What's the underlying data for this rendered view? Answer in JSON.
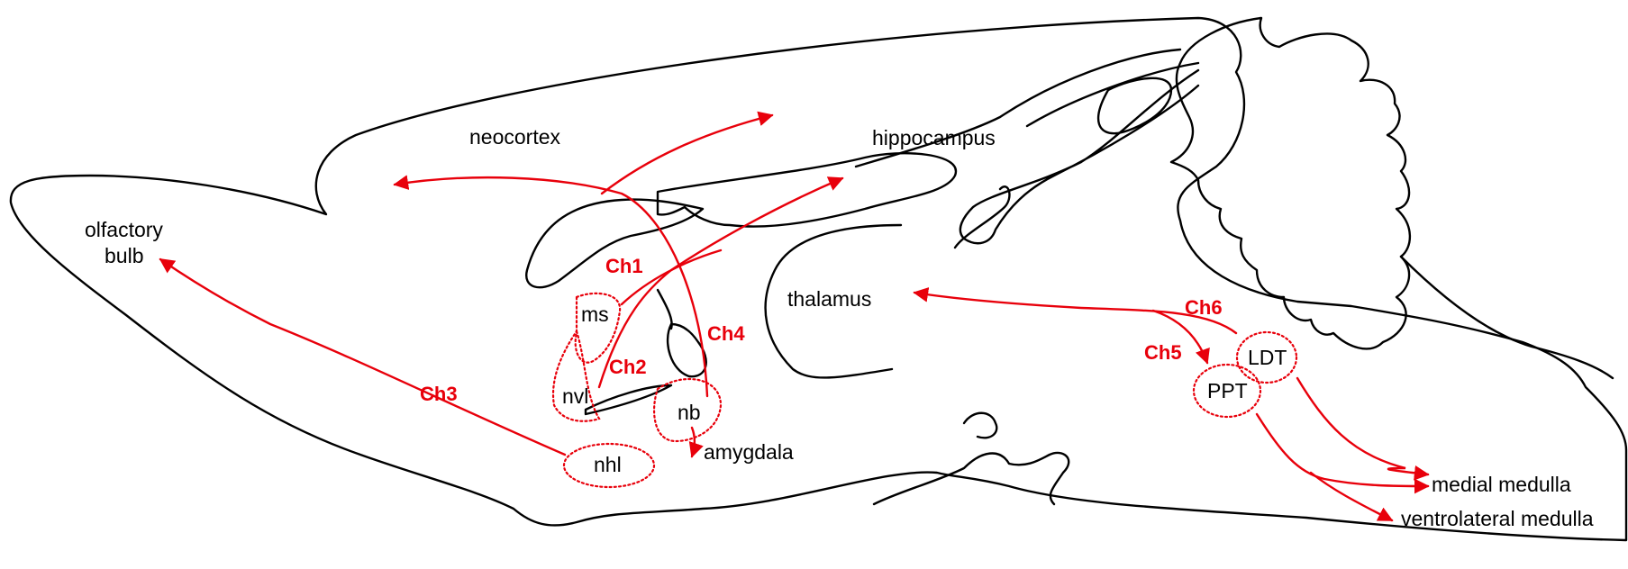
{
  "colors": {
    "pathway": "#e8000b",
    "outline": "#000000"
  },
  "regions": {
    "neocortex": "neocortex",
    "hippocampus": "hippocampus",
    "olfactory_1": "olfactory",
    "olfactory_2": "bulb",
    "thalamus": "thalamus",
    "amygdala": "amygdala",
    "medial_medulla": "medial medulla",
    "ventrolateral_medulla": "ventrolateral medulla"
  },
  "nuclei": {
    "ms": "ms",
    "nvl": "nvl",
    "nb": "nb",
    "nhl": "nhl",
    "ldt": "LDT",
    "ppt": "PPT"
  },
  "channels": {
    "ch1": "Ch1",
    "ch2": "Ch2",
    "ch3": "Ch3",
    "ch4": "Ch4",
    "ch5": "Ch5",
    "ch6": "Ch6"
  }
}
